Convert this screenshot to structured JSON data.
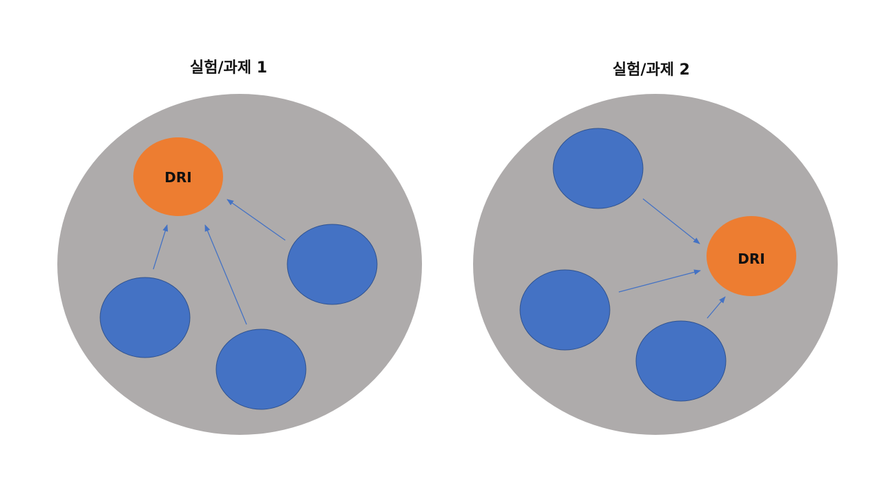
{
  "diagram": {
    "groups": [
      {
        "title": "실험/과제 1",
        "container_color": "#AEABAB",
        "dri_label": "DRI",
        "dri_color": "#ED7D31",
        "member_color": "#4472C4",
        "member_count": 3
      },
      {
        "title": "실험/과제 2",
        "container_color": "#AEABAB",
        "dri_label": "DRI",
        "dri_color": "#ED7D31",
        "member_color": "#4472C4",
        "member_count": 3
      }
    ],
    "arrow_color": "#4472C4"
  }
}
